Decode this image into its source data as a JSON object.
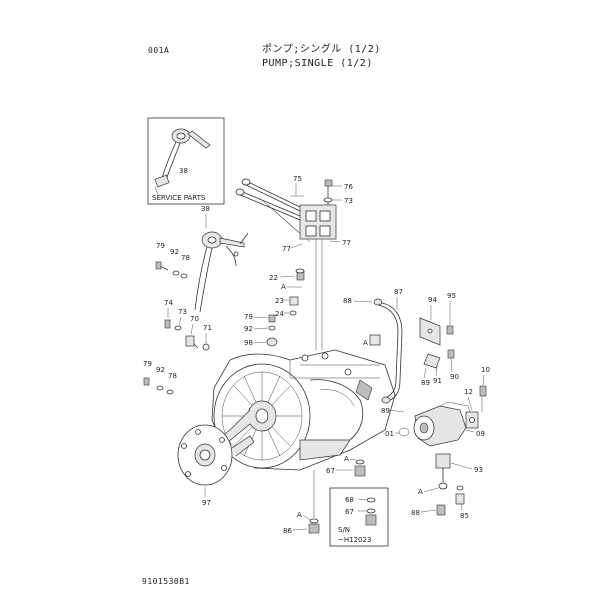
{
  "header": {
    "code": "001A",
    "title_jp": "ポンプ;シングル (1/2)",
    "title_en": "PUMP;SINGLE (1/2)"
  },
  "footer": {
    "drawing_number": "9101530B1"
  },
  "inset": {
    "label": "SERVICE PARTS",
    "part": "38"
  },
  "serial_box": {
    "parts": [
      "68",
      "67"
    ],
    "sn_label": "S/N",
    "sn_value": "~H12023"
  },
  "part_labels": [
    {
      "id": "75",
      "text": "75"
    },
    {
      "id": "76",
      "text": "76"
    },
    {
      "id": "73a",
      "text": "73"
    },
    {
      "id": "77a",
      "text": "77"
    },
    {
      "id": "77b",
      "text": "77"
    },
    {
      "id": "38",
      "text": "38"
    },
    {
      "id": "79a",
      "text": "79"
    },
    {
      "id": "92a",
      "text": "92"
    },
    {
      "id": "78a",
      "text": "78"
    },
    {
      "id": "22",
      "text": "22"
    },
    {
      "id": "23",
      "text": "23"
    },
    {
      "id": "24",
      "text": "24"
    },
    {
      "id": "79b",
      "text": "79"
    },
    {
      "id": "92b",
      "text": "92"
    },
    {
      "id": "98",
      "text": "98"
    },
    {
      "id": "74",
      "text": "74"
    },
    {
      "id": "73b",
      "text": "73"
    },
    {
      "id": "70",
      "text": "70"
    },
    {
      "id": "71",
      "text": "71"
    },
    {
      "id": "79c",
      "text": "79"
    },
    {
      "id": "92c",
      "text": "92"
    },
    {
      "id": "78b",
      "text": "78"
    },
    {
      "id": "88a",
      "text": "88"
    },
    {
      "id": "87",
      "text": "87"
    },
    {
      "id": "94",
      "text": "94"
    },
    {
      "id": "95",
      "text": "95"
    },
    {
      "id": "89a",
      "text": "89"
    },
    {
      "id": "91",
      "text": "91"
    },
    {
      "id": "90",
      "text": "90"
    },
    {
      "id": "12",
      "text": "12"
    },
    {
      "id": "10",
      "text": "10"
    },
    {
      "id": "89b",
      "text": "89"
    },
    {
      "id": "01",
      "text": "01"
    },
    {
      "id": "09",
      "text": "09"
    },
    {
      "id": "93",
      "text": "93"
    },
    {
      "id": "67",
      "text": "67"
    },
    {
      "id": "97",
      "text": "97"
    },
    {
      "id": "88b",
      "text": "88"
    },
    {
      "id": "85",
      "text": "85"
    },
    {
      "id": "86",
      "text": "86"
    }
  ],
  "ref_marks": [
    {
      "id": "A1",
      "text": "A"
    },
    {
      "id": "A2",
      "text": "A"
    },
    {
      "id": "A3",
      "text": "A"
    },
    {
      "id": "A4",
      "text": "A"
    },
    {
      "id": "A5",
      "text": "A"
    }
  ]
}
